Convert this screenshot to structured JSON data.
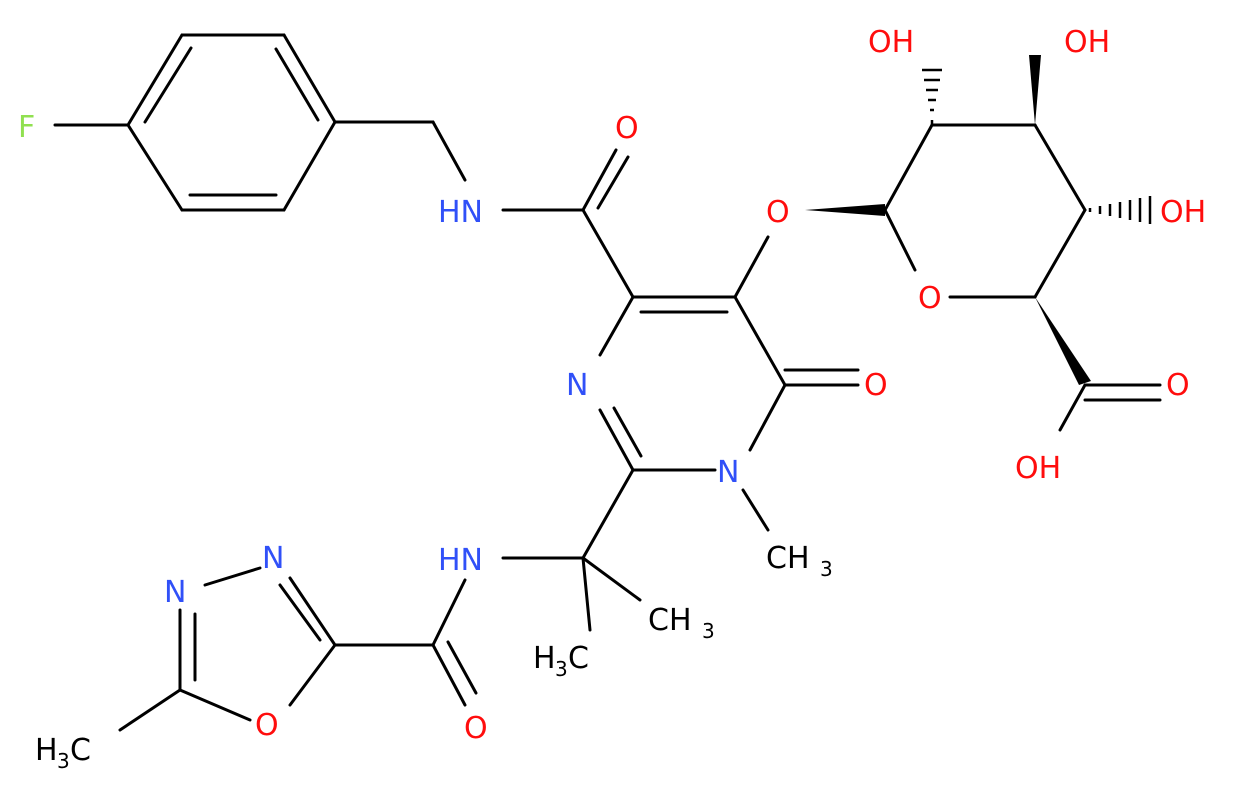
{
  "colors": {
    "carbon": "#000000",
    "oxygen": "#ff0d0d",
    "nitrogen": "#3050f8",
    "fluorine": "#90e050"
  },
  "labels": {
    "F": "F",
    "NH_amide": "HN",
    "O_amide": "O",
    "O_ether": "O",
    "N_ring": "N",
    "O_keto": "O",
    "N_methyl": "N",
    "CH3_N_main": "CH",
    "CH3_N_sub": "3",
    "NH_lower": "HN",
    "CH3_a_main": "CH",
    "CH3_a_sub": "3",
    "H3C_b_pre": "H",
    "H3C_b_sub": "3",
    "H3C_b_post": "C",
    "N_ox1": "N",
    "N_ox2": "N",
    "O_ox": "O",
    "O_amide2": "O",
    "H3C_ox_pre": "H",
    "H3C_ox_sub": "3",
    "H3C_ox_post": "C",
    "OH_1": "OH",
    "OH_2": "OH",
    "OH_3": "OH",
    "O_ring_sugar": "O",
    "O_acid": "O",
    "OH_acid": "OH"
  }
}
